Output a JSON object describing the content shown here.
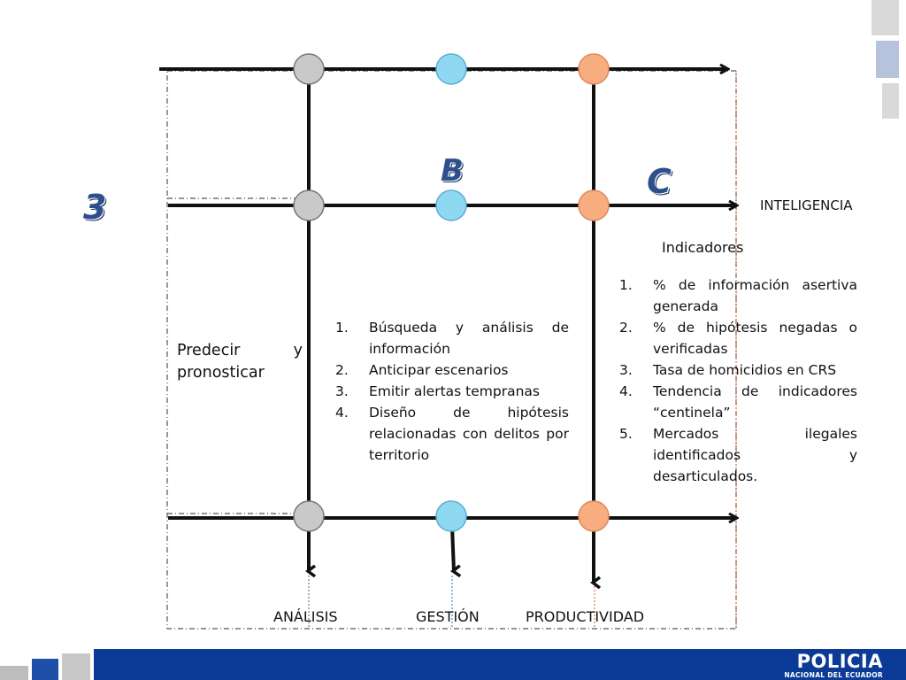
{
  "slide": {
    "number": "3",
    "letter_b": "B",
    "letter_c": "C",
    "left_label_line1_word": "Predecir",
    "left_label_line1_y": "y",
    "left_label_line2": "pronosticar",
    "row_label": "INTELIGENCIA",
    "axes": {
      "analisis": "ANÁLISIS",
      "gestion": "GESTIÓN",
      "productividad": "PRODUCTIVIDAD"
    },
    "actions": [
      {
        "num": "1.",
        "text": "Búsqueda y análisis de información"
      },
      {
        "num": "2.",
        "text": "Anticipar escenarios"
      },
      {
        "num": "3.",
        "text": "Emitir alertas tempranas"
      },
      {
        "num": "4.",
        "text": "Diseño de hipótesis relacionadas con delitos por territorio"
      }
    ],
    "indicators_title": "Indicadores",
    "indicators": [
      {
        "num": "1.",
        "text": "% de información asertiva generada"
      },
      {
        "num": "2.",
        "text": "% de hipótesis negadas o verificadas"
      },
      {
        "num": "3.",
        "text": "Tasa de homicidios en CRS"
      },
      {
        "num": "4.",
        "text": "Tendencia de indicadores “centinela”"
      },
      {
        "num": "5.",
        "text": "Mercados ilegales identificados y desarticulados."
      }
    ]
  },
  "footer": {
    "brand": "POLICIA",
    "brand_sub": "NACIONAL DEL ECUADOR"
  },
  "colors": {
    "gray_node": "#c9c9c9",
    "blue_node": "#8fd8f2",
    "orange_node": "#f7ad80",
    "footer_blue": "#0c3b97",
    "number_blue": "#2d4f8c"
  }
}
